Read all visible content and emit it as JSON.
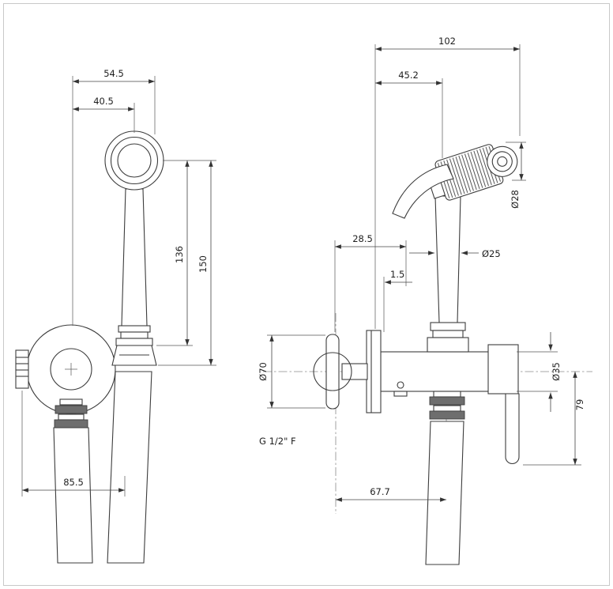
{
  "dims": {
    "front": {
      "head_offset_outer": "54.5",
      "head_offset_inner": "40.5",
      "height_to_holder": "136",
      "height_overall": "150",
      "base_width": "85.5"
    },
    "side": {
      "depth_overall": "102",
      "depth_to_lever": "45.2",
      "offset_axis": "28.5",
      "wall_gap": "1.5",
      "dia_head": "Ø28",
      "dia_grip": "Ø25",
      "dia_handle": "Ø70",
      "dia_body": "Ø35",
      "outlet_drop": "79",
      "axis_spacing": "67.7",
      "thread_label": "G 1/2\" F"
    }
  }
}
